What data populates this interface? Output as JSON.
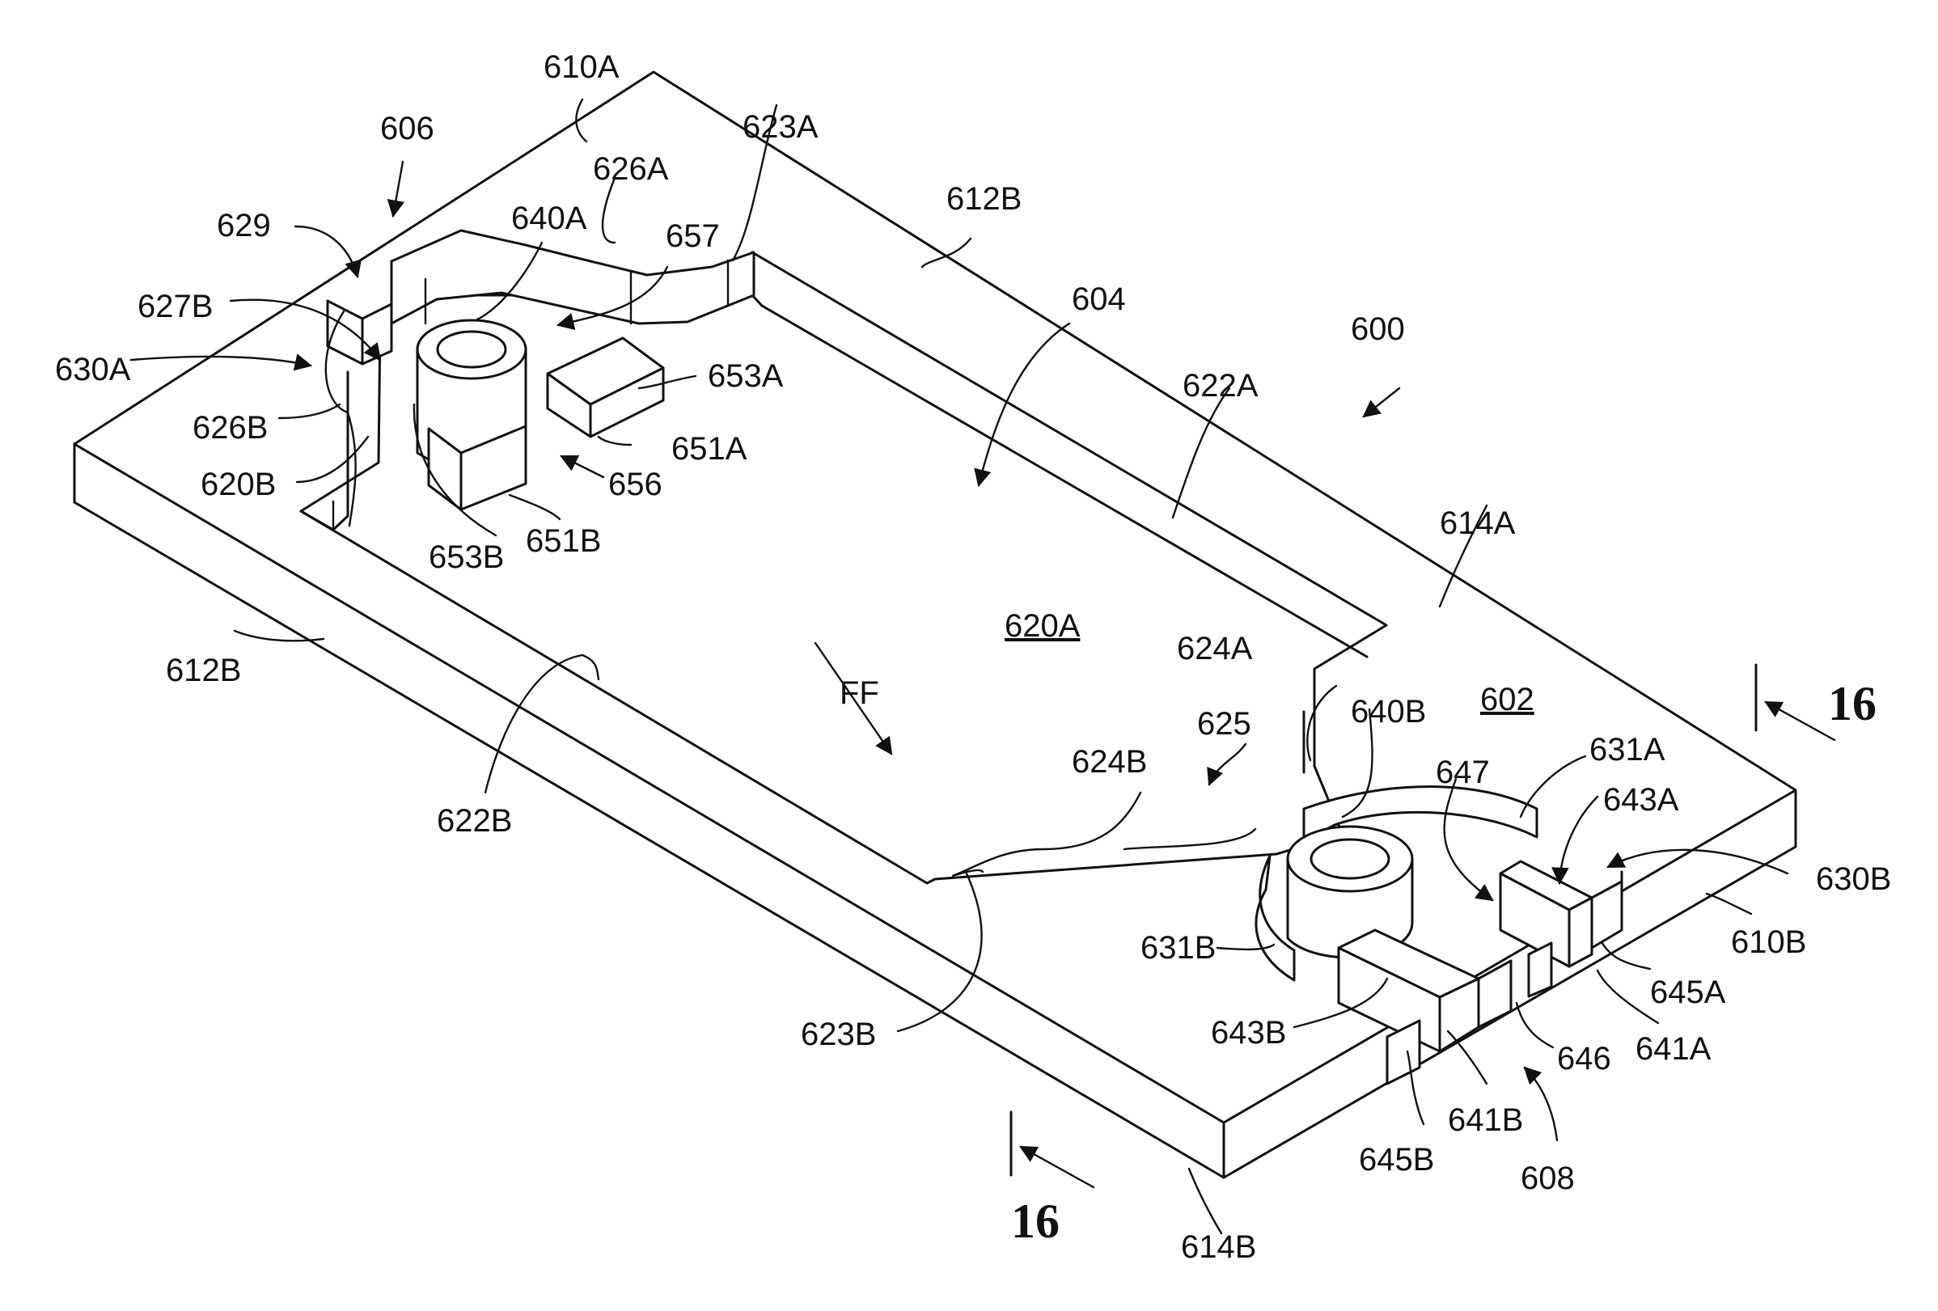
{
  "labels": {
    "l610A": "610A",
    "l606": "606",
    "l623A": "623A",
    "l626A": "626A",
    "l612B_top": "612B",
    "l629": "629",
    "l640A": "640A",
    "l657": "657",
    "l627B": "627B",
    "l604": "604",
    "l600": "600",
    "l630A": "630A",
    "l653A": "653A",
    "l622A": "622A",
    "l626B": "626B",
    "l651A": "651A",
    "l620B": "620B",
    "l656": "656",
    "l653B": "653B",
    "l651B": "651B",
    "l614A": "614A",
    "l620A": "620A",
    "l612B_left": "612B",
    "l624A": "624A",
    "lFF": "FF",
    "l640B": "640B",
    "l602": "602",
    "l625": "625",
    "l624B": "624B",
    "l631A": "631A",
    "l622B": "622B",
    "l647": "647",
    "l643A": "643A",
    "l630B": "630B",
    "l631B": "631B",
    "l610B": "610B",
    "l645A": "645A",
    "l643B": "643B",
    "l623B": "623B",
    "l646": "646",
    "l641A": "641A",
    "l641B": "641B",
    "l645B": "645B",
    "l608": "608",
    "l614B": "614B"
  },
  "section_marks": {
    "right": "16",
    "bottom": "16"
  }
}
